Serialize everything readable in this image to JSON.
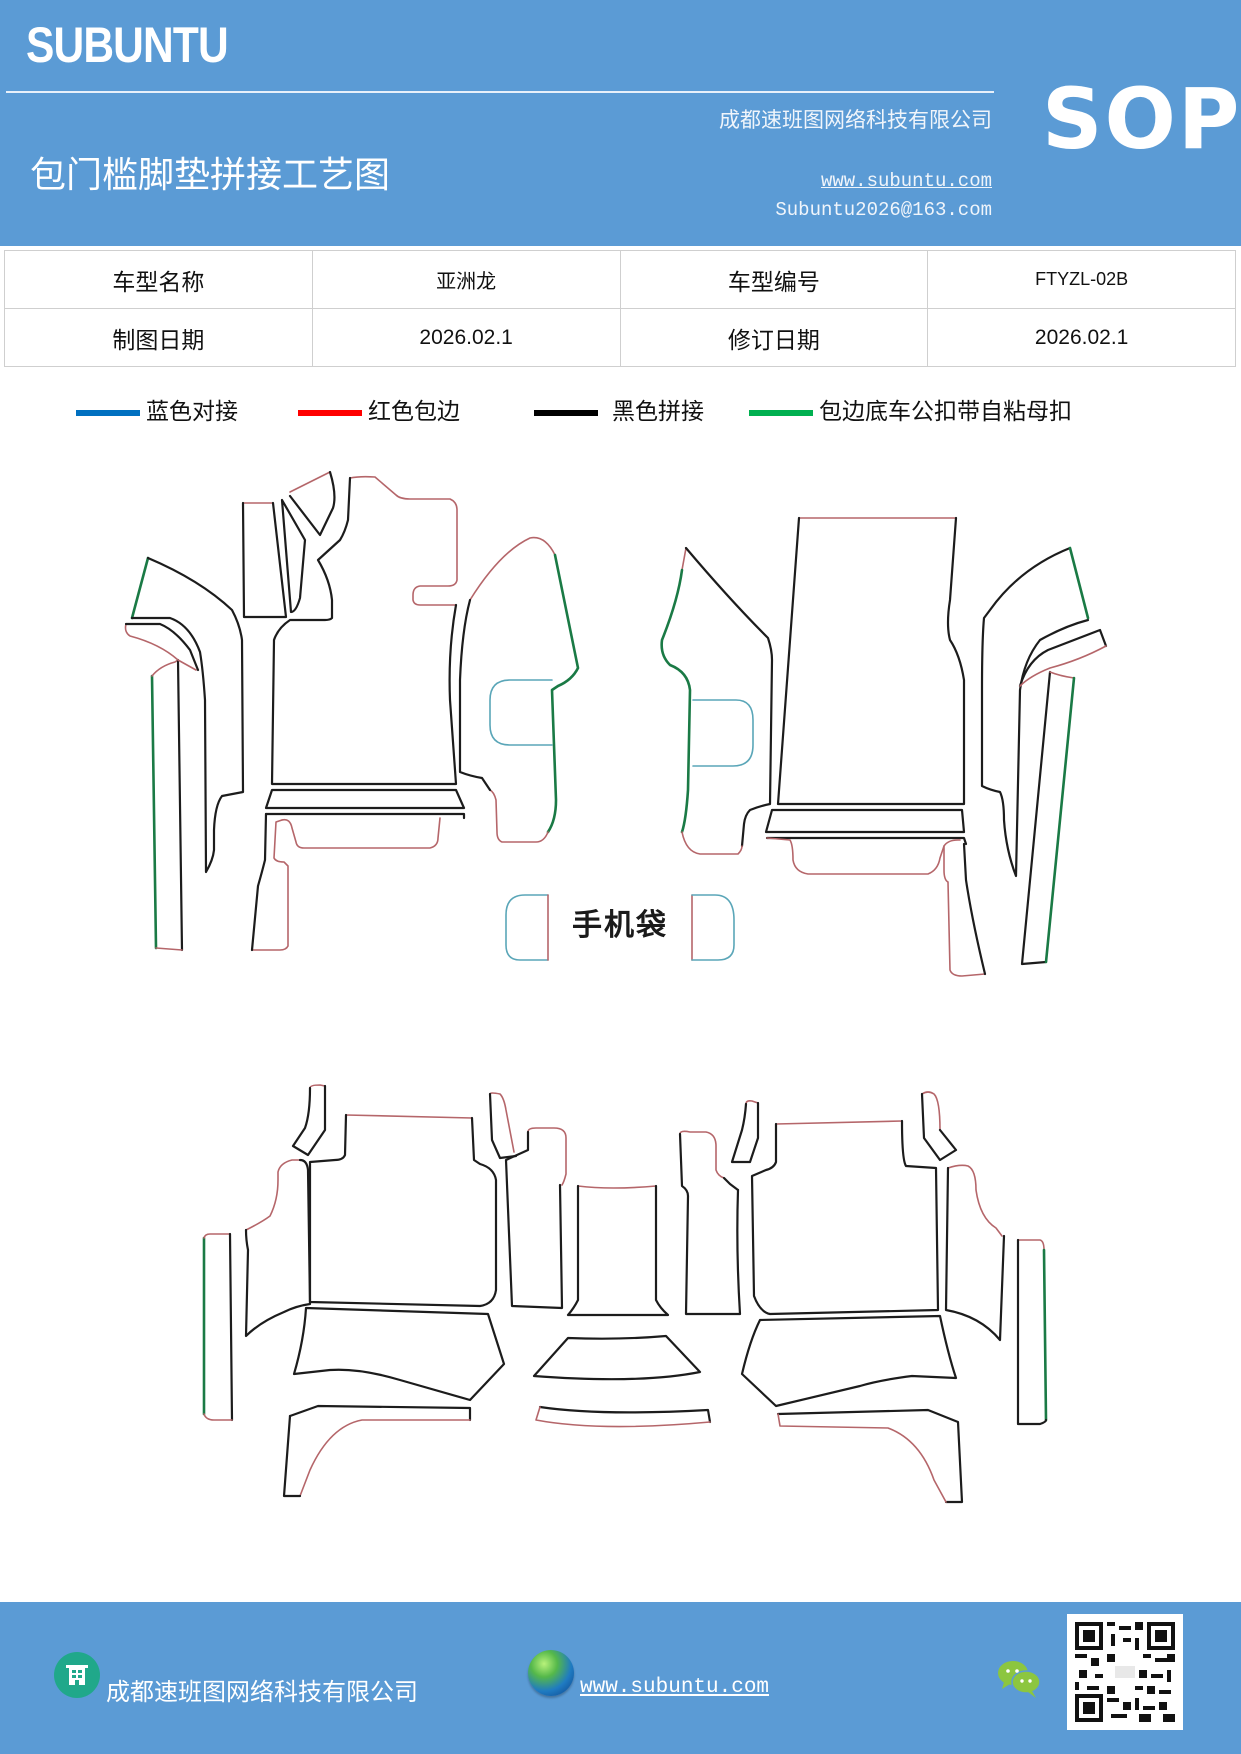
{
  "header": {
    "brand": "SUBUNTU",
    "badge": "SOP",
    "title": "包门槛脚垫拼接工艺图",
    "company": "成都速班图网络科技有限公司",
    "website": "www.subuntu.com",
    "email": "Subuntu2026@163.com"
  },
  "info_table": {
    "rows": [
      [
        {
          "label": "车型名称",
          "value": "亚洲龙"
        },
        {
          "label": "车型编号",
          "value": "FTYZL-02B"
        }
      ],
      [
        {
          "label": "制图日期",
          "value": "2026.02.1"
        },
        {
          "label": "修订日期",
          "value": "2026.02.1"
        }
      ]
    ]
  },
  "legend": [
    {
      "label": "蓝色对接",
      "color": "#0070c0"
    },
    {
      "label": "红色包边",
      "color": "#ff0000"
    },
    {
      "label": "黑色拼接",
      "color": "#000000"
    },
    {
      "label": "包边底车公扣带自粘母扣",
      "color": "#00b050"
    }
  ],
  "diagram": {
    "pocket_label": "手机袋",
    "line_colors": {
      "splice": "#1c1c1c",
      "edge_binding": "#b5666a",
      "velcro": "#1a7a45",
      "butt_joint": "#5aa6b8"
    }
  },
  "footer": {
    "company": "成都速班图网络科技有限公司",
    "website": "www.subuntu.com"
  },
  "colors": {
    "brand_blue": "#5b9bd5",
    "text_white": "#ffffff"
  }
}
